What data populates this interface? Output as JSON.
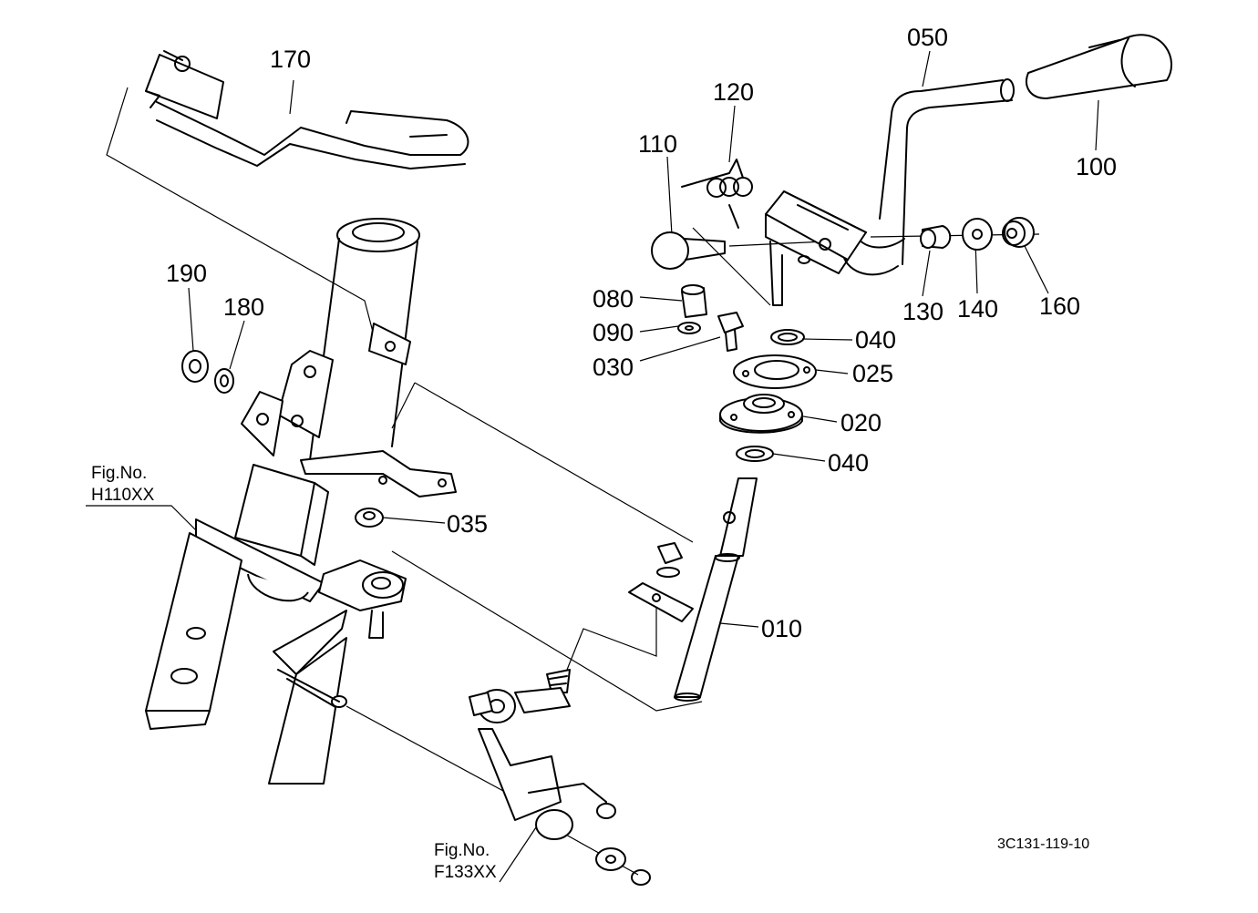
{
  "parts": [
    {
      "id": "p170",
      "label": "170"
    },
    {
      "id": "p050",
      "label": "050"
    },
    {
      "id": "p120",
      "label": "120"
    },
    {
      "id": "p110",
      "label": "110"
    },
    {
      "id": "p100",
      "label": "100"
    },
    {
      "id": "p190",
      "label": "190"
    },
    {
      "id": "p180",
      "label": "180"
    },
    {
      "id": "p130",
      "label": "130"
    },
    {
      "id": "p140",
      "label": "140"
    },
    {
      "id": "p160",
      "label": "160"
    },
    {
      "id": "p080",
      "label": "080"
    },
    {
      "id": "p090",
      "label": "090"
    },
    {
      "id": "p040a",
      "label": "040"
    },
    {
      "id": "p030",
      "label": "030"
    },
    {
      "id": "p025",
      "label": "025"
    },
    {
      "id": "p020",
      "label": "020"
    },
    {
      "id": "p040b",
      "label": "040"
    },
    {
      "id": "p035",
      "label": "035"
    },
    {
      "id": "p010",
      "label": "010"
    }
  ],
  "references": {
    "h110": {
      "line1": "Fig.No.",
      "line2": "H110XX"
    },
    "f133": {
      "line1": "Fig.No.",
      "line2": "F133XX"
    }
  },
  "drawing_code": "3C131-119-10"
}
